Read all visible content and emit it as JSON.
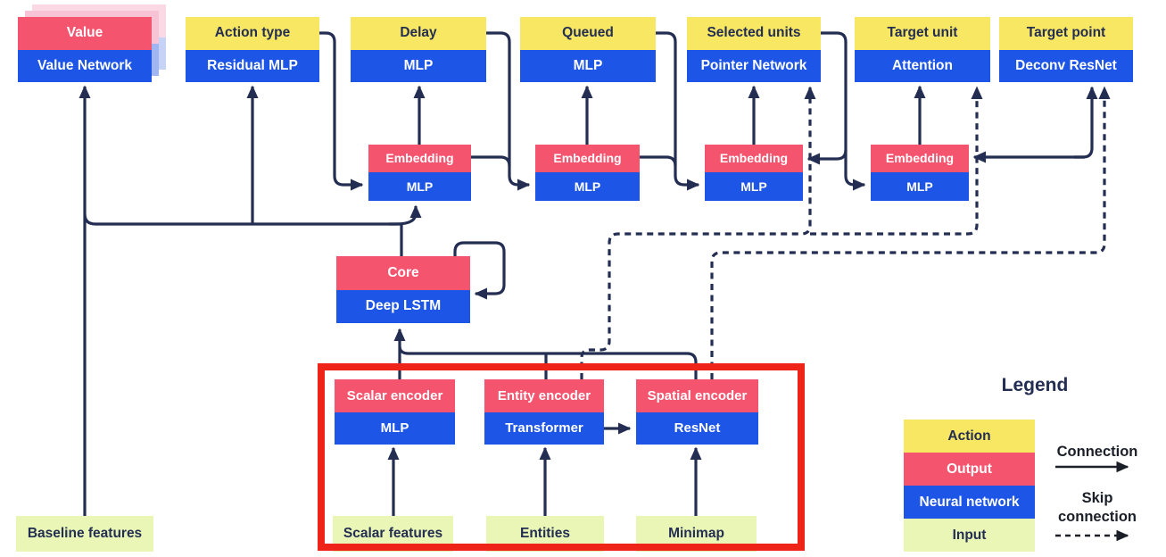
{
  "diagram": {
    "heads": [
      {
        "action": "Value",
        "network": "Value Network"
      },
      {
        "action": "Action type",
        "network": "Residual MLP"
      },
      {
        "action": "Delay",
        "network": "MLP"
      },
      {
        "action": "Queued",
        "network": "MLP"
      },
      {
        "action": "Selected units",
        "network": "Pointer Network"
      },
      {
        "action": "Target unit",
        "network": "Attention"
      },
      {
        "action": "Target point",
        "network": "Deconv ResNet"
      }
    ],
    "embeddings": [
      {
        "output": "Embedding",
        "network": "MLP"
      },
      {
        "output": "Embedding",
        "network": "MLP"
      },
      {
        "output": "Embedding",
        "network": "MLP"
      },
      {
        "output": "Embedding",
        "network": "MLP"
      }
    ],
    "core": {
      "output": "Core",
      "network": "Deep LSTM"
    },
    "encoders": [
      {
        "output": "Scalar encoder",
        "network": "MLP"
      },
      {
        "output": "Entity encoder",
        "network": "Transformer"
      },
      {
        "output": "Spatial encoder",
        "network": "ResNet"
      }
    ],
    "inputs": {
      "baseline": "Baseline features",
      "scalar": "Scalar features",
      "entities": "Entities",
      "minimap": "Minimap"
    }
  },
  "legend": {
    "title": "Legend",
    "items": [
      {
        "label": "Action",
        "color": "#F8E763"
      },
      {
        "label": "Output",
        "color": "#F4546E"
      },
      {
        "label": "Neural network",
        "color": "#1D55E6"
      },
      {
        "label": "Input",
        "color": "#EAF6B6"
      }
    ],
    "connection_label": "Connection",
    "skip_connection_label": "Skip connection"
  },
  "colors": {
    "action_yellow": "#F8E763",
    "output_pink": "#F4546E",
    "network_blue": "#1D55E6",
    "input_green": "#EAF6B6",
    "line_navy": "#232E52",
    "highlight_red": "#EE2419",
    "legend_arrow_black": "#1B1F28"
  }
}
